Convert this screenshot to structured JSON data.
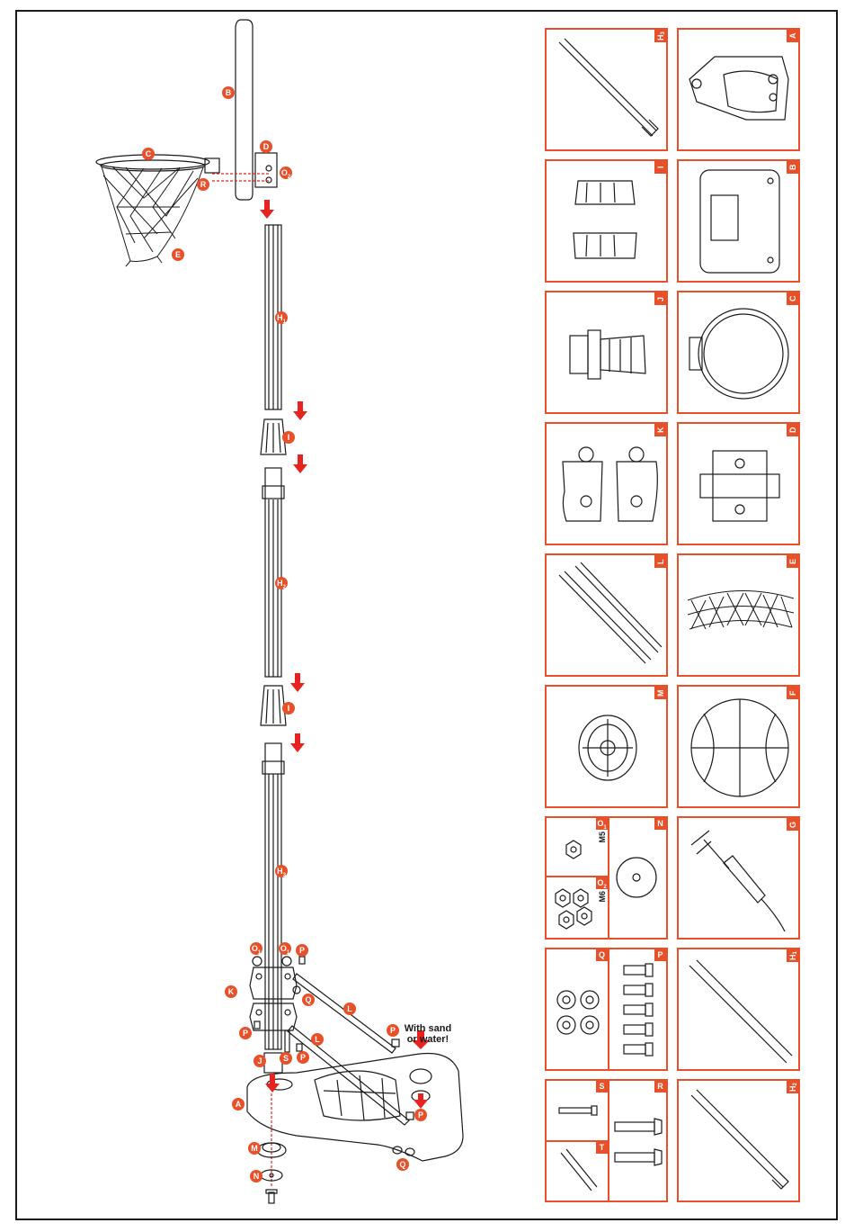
{
  "callouts": {
    "B": "B",
    "C": "C",
    "D": "D",
    "O2": "O",
    "O2_sub": "2",
    "R": "R",
    "E": "E",
    "H1": "H",
    "H1_sub": "1",
    "I_top": "I",
    "H2": "H",
    "H2_sub": "2",
    "I_bottom": "I",
    "H3": "H",
    "H3_sub": "3",
    "O1_left": "O",
    "O1_left_sub": "1",
    "O1_right": "O",
    "O1_right_sub": "1",
    "P_top": "P",
    "K": "K",
    "Q_mid": "Q",
    "L_upper": "L",
    "P_left": "P",
    "S": "S",
    "L_lower": "L",
    "P_base": "P",
    "J": "J",
    "A": "A",
    "P_right": "P",
    "M": "M",
    "N": "N",
    "Q_bottom": "Q"
  },
  "note": {
    "line1": "With sand",
    "line2": "or water!"
  },
  "parts": {
    "H3": {
      "letter": "H",
      "sub": "3"
    },
    "A": {
      "letter": "A"
    },
    "I": {
      "letter": "I"
    },
    "B": {
      "letter": "B"
    },
    "J": {
      "letter": "J"
    },
    "C": {
      "letter": "C"
    },
    "K": {
      "letter": "K"
    },
    "D": {
      "letter": "D"
    },
    "L": {
      "letter": "L"
    },
    "E": {
      "letter": "E"
    },
    "M": {
      "letter": "M"
    },
    "F": {
      "letter": "F"
    },
    "O_group": {
      "o1_letter": "O",
      "o1_sub": "1",
      "o1_size": "M5",
      "o2_letter": "O",
      "o2_sub": "2",
      "o2_size": "M6",
      "n_letter": "N"
    },
    "G": {
      "letter": "G"
    },
    "QP": {
      "q_letter": "Q",
      "p_letter": "P"
    },
    "H1": {
      "letter": "H",
      "sub": "1"
    },
    "SRT": {
      "s_letter": "S",
      "r_letter": "R",
      "t_letter": "T"
    },
    "H2": {
      "letter": "H",
      "sub": "2"
    }
  },
  "colors": {
    "accent": "#e8502a",
    "arrow": "#e8221e",
    "line": "#1a1a1a"
  }
}
